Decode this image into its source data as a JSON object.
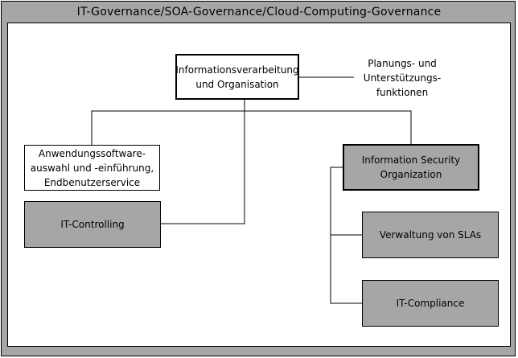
{
  "title": "IT-Governance/SOA-Governance/Cloud-Computing-Governance",
  "nodes": {
    "informationsverarbeitung": "Informationsverarbeitung\nund Organisation",
    "planungs": "Planungs- und\nUnterstützungs-\nfunktionen",
    "anwendungssoftware": "Anwendungssoftware-\nauswahl und -einführung,\nEndbenutzerservice",
    "it_controlling": "IT-Controlling",
    "information_security": "Information Security\nOrganization",
    "verwaltung_slas": "Verwaltung von SLAs",
    "it_compliance": "IT-Compliance"
  },
  "colors": {
    "frame_gray": "#a6a6a6",
    "box_white": "#ffffff",
    "line": "#000000"
  }
}
